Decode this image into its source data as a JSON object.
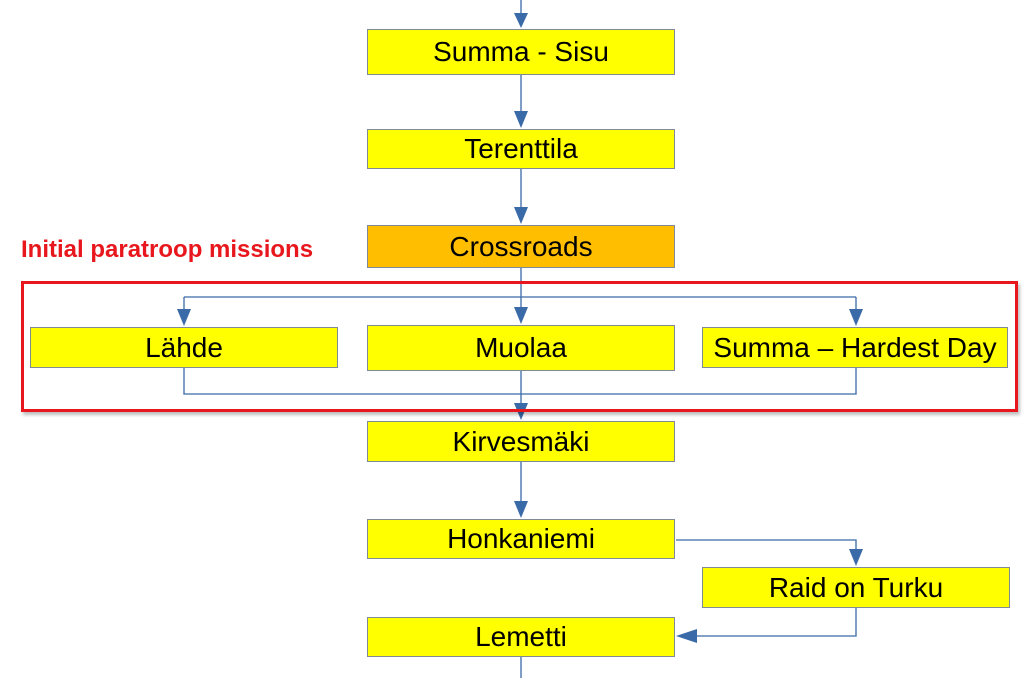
{
  "diagram": {
    "type": "flowchart",
    "colors": {
      "node_fill": "#ffff00",
      "highlight_fill": "#ffbf00",
      "connector": "#3a6aa8",
      "group_outline": "#e8171d"
    },
    "nodes": {
      "summa_sisu": "Summa - Sisu",
      "terenttila": "Terenttila",
      "crossroads": "Crossroads",
      "lahde": "Lähde",
      "muolaa": "Muolaa",
      "summa_hardest_day": "Summa – Hardest Day",
      "kirvesmaki": "Kirvesmäki",
      "honkaniemi": "Honkaniemi",
      "raid_on_turku": "Raid on Turku",
      "lemetti": "Lemetti"
    },
    "group": {
      "label": "Initial paratroop missions",
      "members": [
        "lahde",
        "muolaa",
        "summa_hardest_day"
      ]
    },
    "edges": [
      [
        "summa_sisu",
        "terenttila"
      ],
      [
        "terenttila",
        "crossroads"
      ],
      [
        "crossroads",
        "lahde"
      ],
      [
        "crossroads",
        "muolaa"
      ],
      [
        "crossroads",
        "summa_hardest_day"
      ],
      [
        "lahde",
        "kirvesmaki"
      ],
      [
        "muolaa",
        "kirvesmaki"
      ],
      [
        "summa_hardest_day",
        "kirvesmaki"
      ],
      [
        "kirvesmaki",
        "honkaniemi"
      ],
      [
        "honkaniemi",
        "raid_on_turku"
      ],
      [
        "raid_on_turku",
        "lemetti"
      ]
    ]
  }
}
